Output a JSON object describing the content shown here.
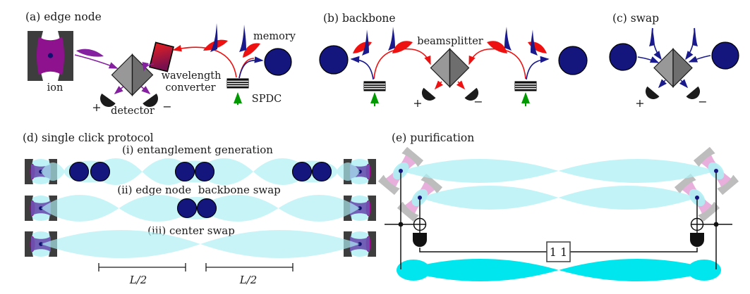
{
  "panels": {
    "a": {
      "label": "(a) edge node",
      "ion": "ion",
      "detector": "detector",
      "plus": "+",
      "minus": "−",
      "wavelength_line1": "wavelength",
      "wavelength_line2": "converter",
      "spdc": "SPDC",
      "memory": "memory"
    },
    "b": {
      "label": "(b) backbone",
      "beamsplitter": "beamsplitter",
      "plus": "+",
      "minus": "−"
    },
    "c": {
      "label": "(c) swap",
      "plus": "+",
      "minus": "−"
    },
    "d": {
      "label": "(d) single click protocol",
      "step_i": "(i) entanglement generation",
      "step_ii": "(ii) edge node  backbone swap",
      "step_iii": "(iii) center swap",
      "scale_left": "L/2",
      "scale_right": "L/2"
    },
    "e": {
      "label": "(e) purification",
      "message_box": "1 1"
    }
  },
  "colors": {
    "memory_navy": "#15157E",
    "cavity_mirror_dark": "#3D3D3D",
    "cavity_mirror_light": "#BDBDBD",
    "cavity_mode_purple": "#8E128E",
    "node_mode_purple": "#6A54B0",
    "mode_cap_magenta": "#A1008E",
    "mode_pink": "#E39BD3",
    "entanglement_cyan_pale": "#AEEFF4",
    "entanglement_cyan_bright": "#00E6EF",
    "photon_red": "#EE1111",
    "photon_purple": "#8520A0",
    "pump_green": "#009900",
    "photon_navy": "#1A1A8C",
    "beamsplitter_gray_light": "#989898",
    "beamsplitter_gray_dark": "#6E6E6E"
  }
}
